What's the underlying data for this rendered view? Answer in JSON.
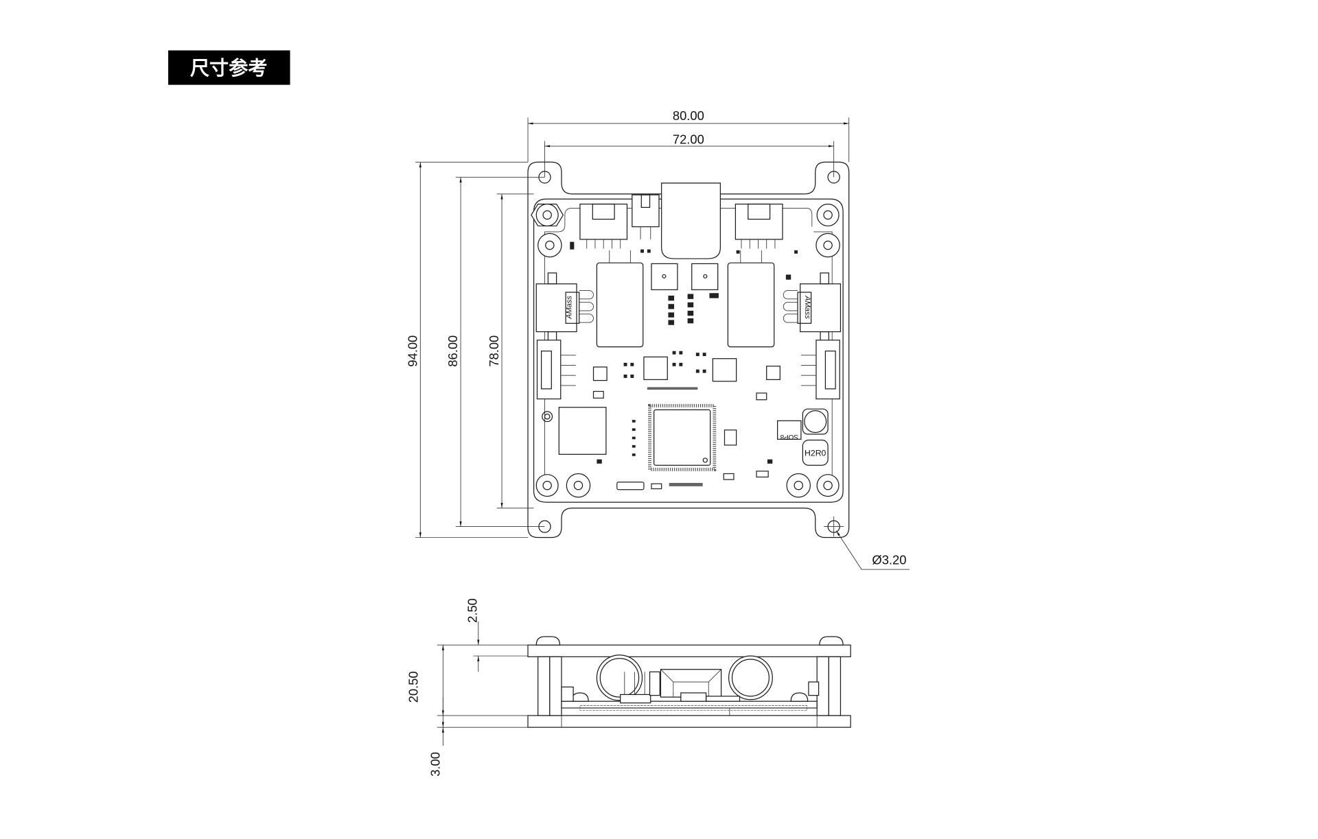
{
  "title": "尺寸参考",
  "top_view": {
    "dims": {
      "overall_width": "80.00",
      "hole_spacing_width": "72.00",
      "overall_height": "94.00",
      "hole_spacing_height": "86.00",
      "board_height": "78.00",
      "hole_diameter": "Ø3.20"
    },
    "markings": {
      "left_connector": "AMass",
      "right_connector": "AMass",
      "chip_label": "SOP8",
      "inductor_label": "H2R0"
    }
  },
  "side_view": {
    "dims": {
      "top_plate": "2.50",
      "internal_height": "20.50",
      "bottom_plate": "3.00"
    }
  },
  "colors": {
    "line": "#1a1a1a",
    "title_bg": "#000000",
    "title_fg": "#ffffff"
  }
}
